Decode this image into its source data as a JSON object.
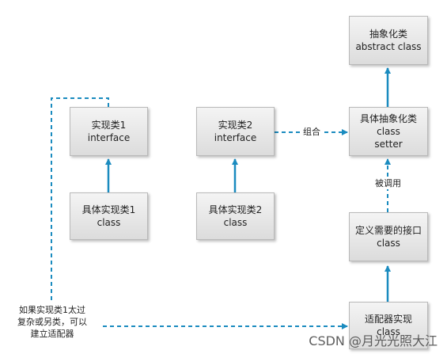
{
  "colors": {
    "arrow": "#1a8bbf",
    "box_border": "#b9b9b9"
  },
  "boxes": {
    "abstract": {
      "line1": "抽象化类",
      "line2": "abstract class"
    },
    "refined": {
      "line1": "具体抽象化类",
      "line2": "class",
      "line3": "setter"
    },
    "impl1": {
      "line1": "实现类1",
      "line2": "interface"
    },
    "impl2": {
      "line1": "实现类2",
      "line2": "interface"
    },
    "concrete1": {
      "line1": "具体实现类1",
      "line2": "class"
    },
    "concrete2": {
      "line1": "具体实现类2",
      "line2": "class"
    },
    "target": {
      "line1": "定义需要的接口",
      "line2": "class"
    },
    "adapter": {
      "line1": "适配器实现",
      "line2": "class"
    }
  },
  "labels": {
    "compose": "组合",
    "called": "被调用",
    "note_line1": "如果实现类1太过",
    "note_line2": "复杂或另类，可以",
    "note_line3": "建立适配器"
  },
  "watermark": "CSDN @月光光照大江"
}
